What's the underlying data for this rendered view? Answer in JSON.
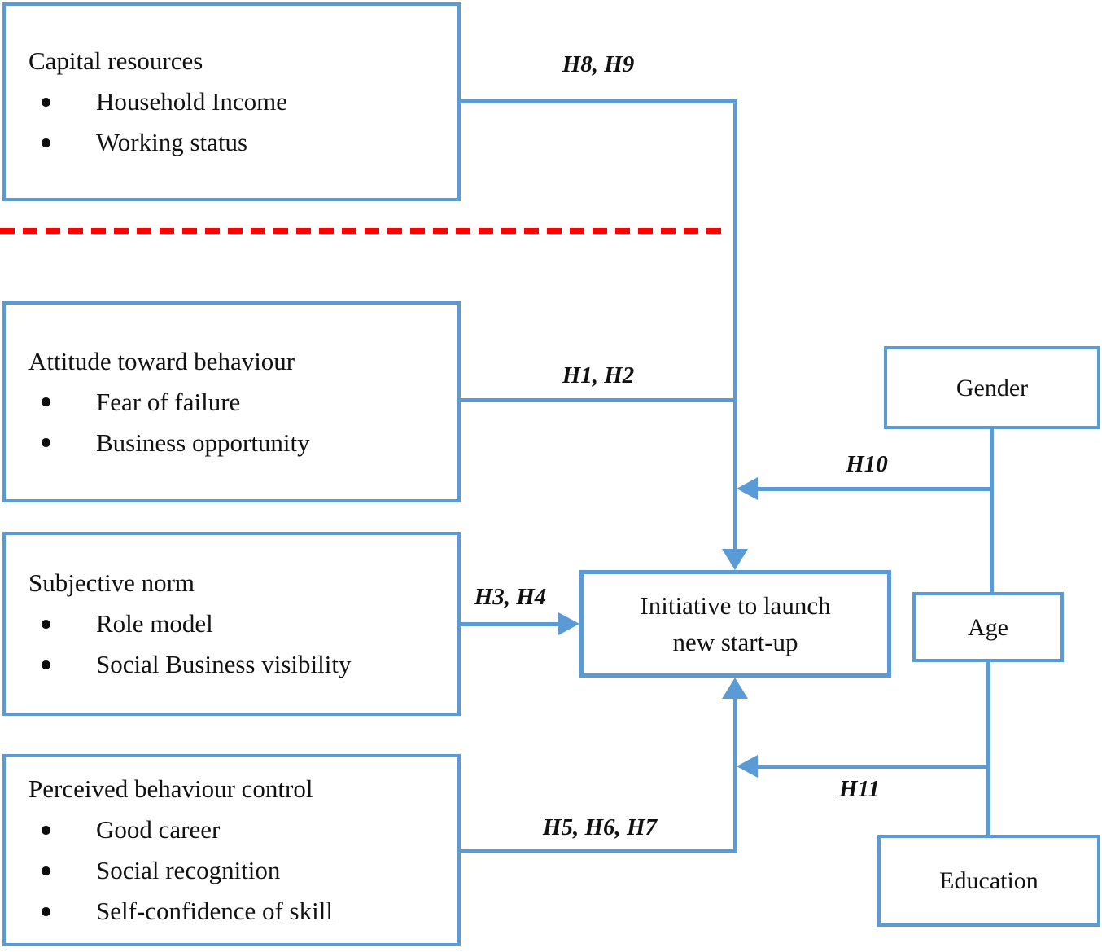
{
  "diagram": {
    "boxes": {
      "capital_resources": {
        "title": "Capital resources",
        "bullets": [
          "Household Income",
          "Working status"
        ]
      },
      "attitude": {
        "title": "Attitude toward behaviour",
        "bullets": [
          "Fear of failure",
          "Business opportunity"
        ]
      },
      "subjective_norm": {
        "title": "Subjective norm",
        "bullets": [
          "Role model",
          "Social Business visibility"
        ]
      },
      "perceived_control": {
        "title": "Perceived behaviour control",
        "bullets": [
          "Good career",
          "Social recognition",
          "Self-confidence of skill"
        ]
      },
      "outcome": {
        "line1": "Initiative to launch",
        "line2": "new start-up"
      },
      "gender": {
        "title": "Gender"
      },
      "age": {
        "title": "Age"
      },
      "education": {
        "title": "Education"
      }
    },
    "labels": {
      "h8_h9": "H8, H9",
      "h1_h2": "H1, H2",
      "h3_h4": "H3, H4",
      "h5_h6_h7": "H5, H6, H7",
      "h10": "H10",
      "h11": "H11"
    },
    "colors": {
      "line_blue": "#5B9BD5",
      "divider_red": "#FF0000",
      "text": "#111111"
    }
  }
}
